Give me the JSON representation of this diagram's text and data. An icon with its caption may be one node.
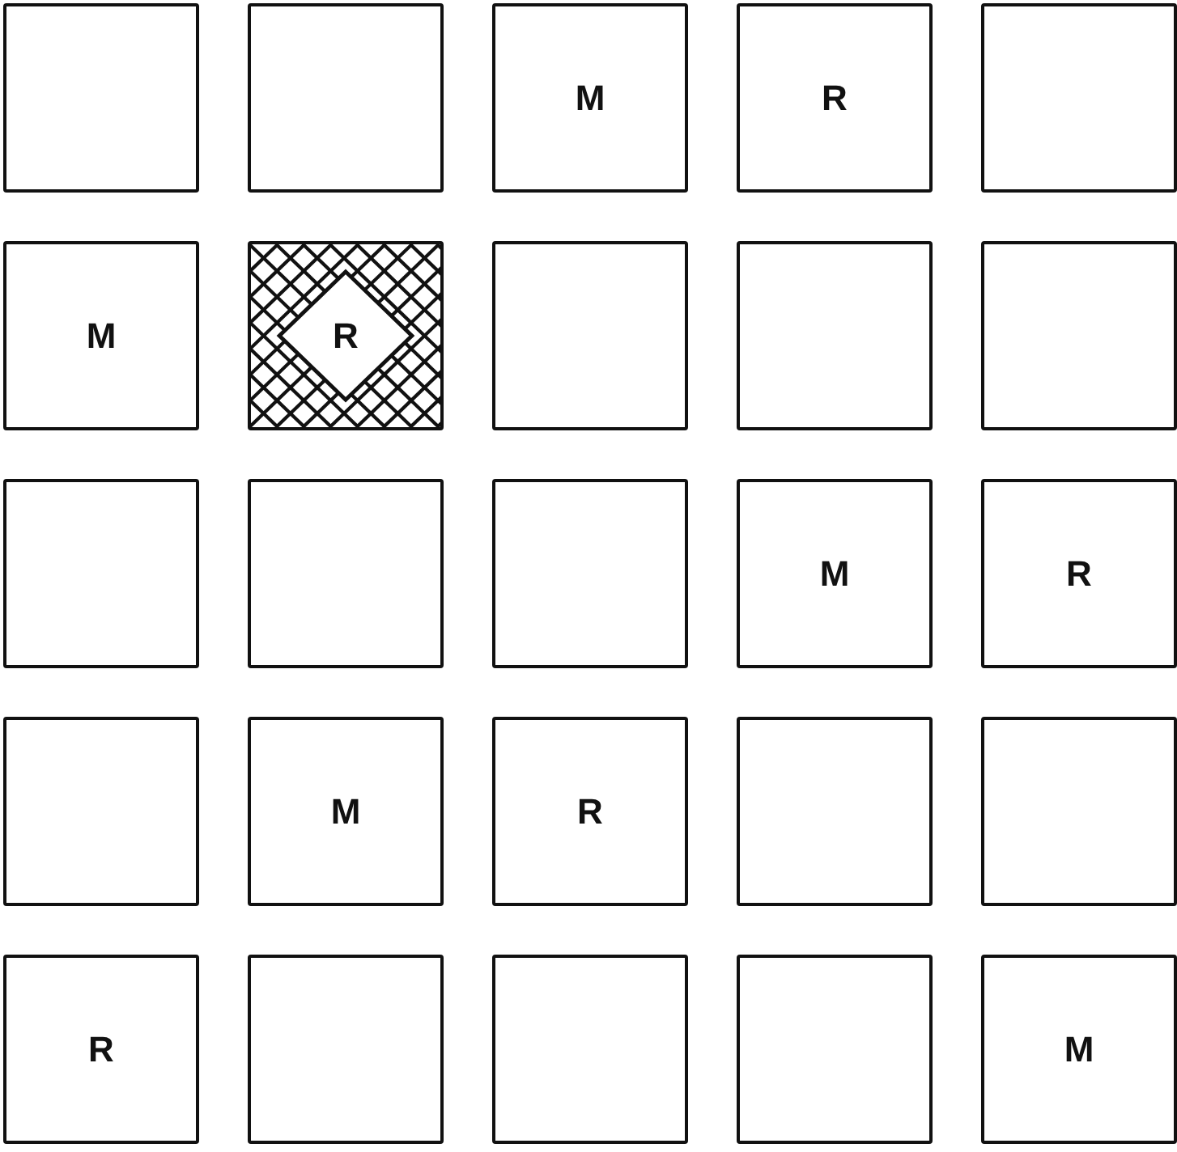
{
  "diagram": {
    "nodes": [
      {
        "text": [],
        "shape": "box"
      },
      {
        "text": [],
        "shape": "box"
      },
      {
        "text": [
          "M"
        ]
      },
      {
        "text": [
          "R"
        ]
      },
      {
        "text": [],
        "shape": "box"
      },
      {
        "text": [
          "M"
        ]
      },
      {
        "text": [
          "R"
        ]
      },
      {
        "text": [],
        "shape": "box"
      },
      {
        "text": [],
        "shape": "box"
      },
      {
        "text": [],
        "shape": "box"
      },
      {
        "text": [],
        "shape": "box"
      },
      {
        "text": [],
        "shape": "box"
      },
      {
        "text": [],
        "shape": "box"
      },
      {
        "text": [
          "M"
        ]
      },
      {
        "text": [
          "R"
        ]
      },
      {
        "text": [],
        "shape": "box"
      },
      {
        "text": [
          "M"
        ]
      },
      {
        "text": [
          "R"
        ]
      },
      {
        "text": [],
        "shape": "box"
      },
      {
        "text": [],
        "shape": "box"
      },
      {
        "text": [
          "R"
        ]
      },
      {
        "text": [],
        "shape": "box"
      },
      {
        "text": [],
        "shape": "box"
      },
      {
        "text": [],
        "shape": "box"
      },
      {
        "text": [
          "M"
        ]
      }
    ]
  }
}
